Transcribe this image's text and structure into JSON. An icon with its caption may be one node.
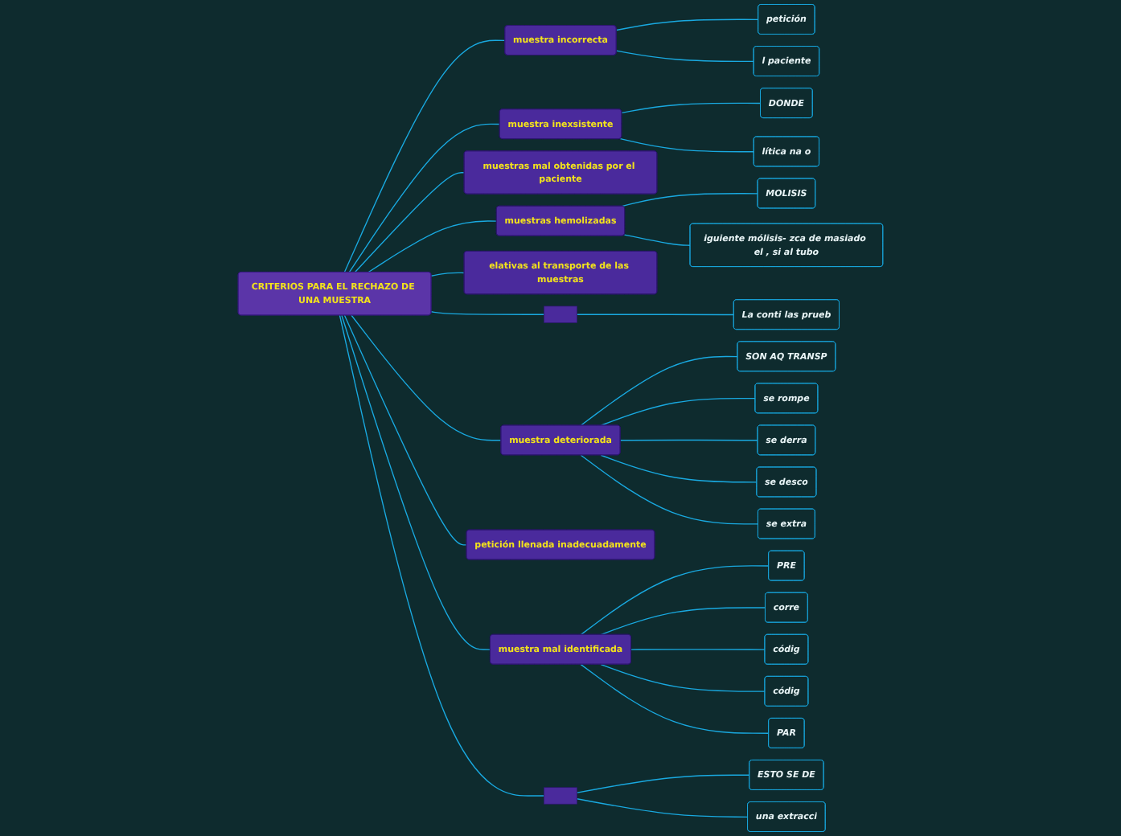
{
  "diagram": {
    "nodes": [
      {
        "text": [
          "CRITERIOS PARA EL RECHAZO DE UNA MUESTRA"
        ]
      },
      {
        "text": [
          "muestra incorrecta"
        ]
      },
      {
        "text": [
          "petición"
        ]
      },
      {
        "text": [
          "l paciente"
        ]
      },
      {
        "text": [
          "muestra inexsistente"
        ]
      },
      {
        "text": [
          "DONDE"
        ]
      },
      {
        "text": [
          "lítica na o"
        ]
      },
      {
        "text": [
          "muestras mal obtenidas por el paciente"
        ]
      },
      {
        "text": [
          "muestras hemolizadas"
        ]
      },
      {
        "text": [
          "MOLISIS"
        ]
      },
      {
        "text": [
          "iguiente mólisis- zca de masiado el , si al tubo"
        ]
      },
      {
        "text": [
          "elativas al transporte de las muestras"
        ]
      },
      {
        "text": [],
        "shape": "box"
      },
      {
        "text": [
          "La conti las prueb"
        ]
      },
      {
        "text": [
          "muestra deteriorada"
        ]
      },
      {
        "text": [
          "SON AQ TRANSP"
        ]
      },
      {
        "text": [
          "se rompe"
        ]
      },
      {
        "text": [
          "se derra"
        ]
      },
      {
        "text": [
          "se desco"
        ]
      },
      {
        "text": [
          "se extra"
        ]
      },
      {
        "text": [
          "petición llenada inadecuadamente"
        ]
      },
      {
        "text": [
          "muestra mal identificada"
        ]
      },
      {
        "text": [
          "PRE"
        ]
      },
      {
        "text": [
          "corre"
        ]
      },
      {
        "text": [
          "códig"
        ]
      },
      {
        "text": [
          "códig"
        ]
      },
      {
        "text": [
          "PAR"
        ]
      },
      {
        "text": [],
        "shape": "box"
      },
      {
        "text": [
          "ESTO SE DE"
        ]
      },
      {
        "text": [
          "una extracci"
        ]
      }
    ],
    "edges": [
      {
        "from": 0,
        "to": 1,
        "arrow": "none"
      },
      {
        "from": 1,
        "to": 2,
        "arrow": "none"
      },
      {
        "from": 1,
        "to": 3,
        "arrow": "none"
      },
      {
        "from": 0,
        "to": 4,
        "arrow": "none"
      },
      {
        "from": 4,
        "to": 5,
        "arrow": "none"
      },
      {
        "from": 4,
        "to": 6,
        "arrow": "none"
      },
      {
        "from": 0,
        "to": 7,
        "arrow": "none"
      },
      {
        "from": 0,
        "to": 8,
        "arrow": "none"
      },
      {
        "from": 8,
        "to": 9,
        "arrow": "none"
      },
      {
        "from": 8,
        "to": 10,
        "arrow": "none"
      },
      {
        "from": 0,
        "to": 11,
        "arrow": "none"
      },
      {
        "from": 0,
        "to": 12,
        "arrow": "none"
      },
      {
        "from": 12,
        "to": 13,
        "arrow": "none"
      },
      {
        "from": 0,
        "to": 14,
        "arrow": "none"
      },
      {
        "from": 14,
        "to": 15,
        "arrow": "none"
      },
      {
        "from": 14,
        "to": 16,
        "arrow": "none"
      },
      {
        "from": 14,
        "to": 17,
        "arrow": "none"
      },
      {
        "from": 14,
        "to": 18,
        "arrow": "none"
      },
      {
        "from": 14,
        "to": 19,
        "arrow": "none"
      },
      {
        "from": 0,
        "to": 20,
        "arrow": "none"
      },
      {
        "from": 0,
        "to": 21,
        "arrow": "none"
      },
      {
        "from": 21,
        "to": 22,
        "arrow": "none"
      },
      {
        "from": 21,
        "to": 23,
        "arrow": "none"
      },
      {
        "from": 21,
        "to": 24,
        "arrow": "none"
      },
      {
        "from": 21,
        "to": 25,
        "arrow": "none"
      },
      {
        "from": 21,
        "to": 26,
        "arrow": "none"
      },
      {
        "from": 0,
        "to": 27,
        "arrow": "none"
      },
      {
        "from": 27,
        "to": 28,
        "arrow": "none"
      },
      {
        "from": 27,
        "to": 29,
        "arrow": "none"
      }
    ]
  }
}
